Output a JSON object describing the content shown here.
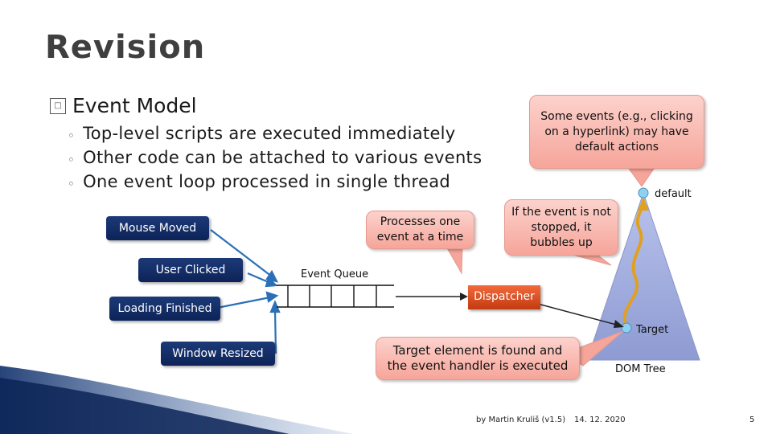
{
  "slide": {
    "title": "Revision",
    "bullet": "Event Model",
    "bullet_marker": "□",
    "sub_marker": "◦",
    "sub_bullets": [
      "Top-level scripts are executed immediately",
      "Other code can be attached to various events",
      "One event loop processed in single thread"
    ]
  },
  "diagram": {
    "sources": [
      "Mouse Moved",
      "User Clicked",
      "Loading Finished",
      "Window Resized"
    ],
    "queue_label": "Event Queue",
    "dispatcher": "Dispatcher",
    "callout_processes": "Processes one event at a time",
    "callout_default": "Some events (e.g., clicking on a hyperlink) may have default actions",
    "callout_bubbles": "If the event is not stopped, it bubbles up",
    "callout_target": "Target element is found and the event handler is executed",
    "default_label": "default",
    "target_label": "Target",
    "dom_tree_label": "DOM Tree"
  },
  "footer": {
    "author": "by Martin Kruliš (v1.5)",
    "date": "14. 12. 2020",
    "page": "5"
  },
  "colors": {
    "source_box": "#1c3a78",
    "arrow": "#2a6fb8",
    "callout": "#f6a59a",
    "dispatcher": "#d84a1c",
    "tree": "#9aa6d8",
    "path": "#f0b030"
  }
}
